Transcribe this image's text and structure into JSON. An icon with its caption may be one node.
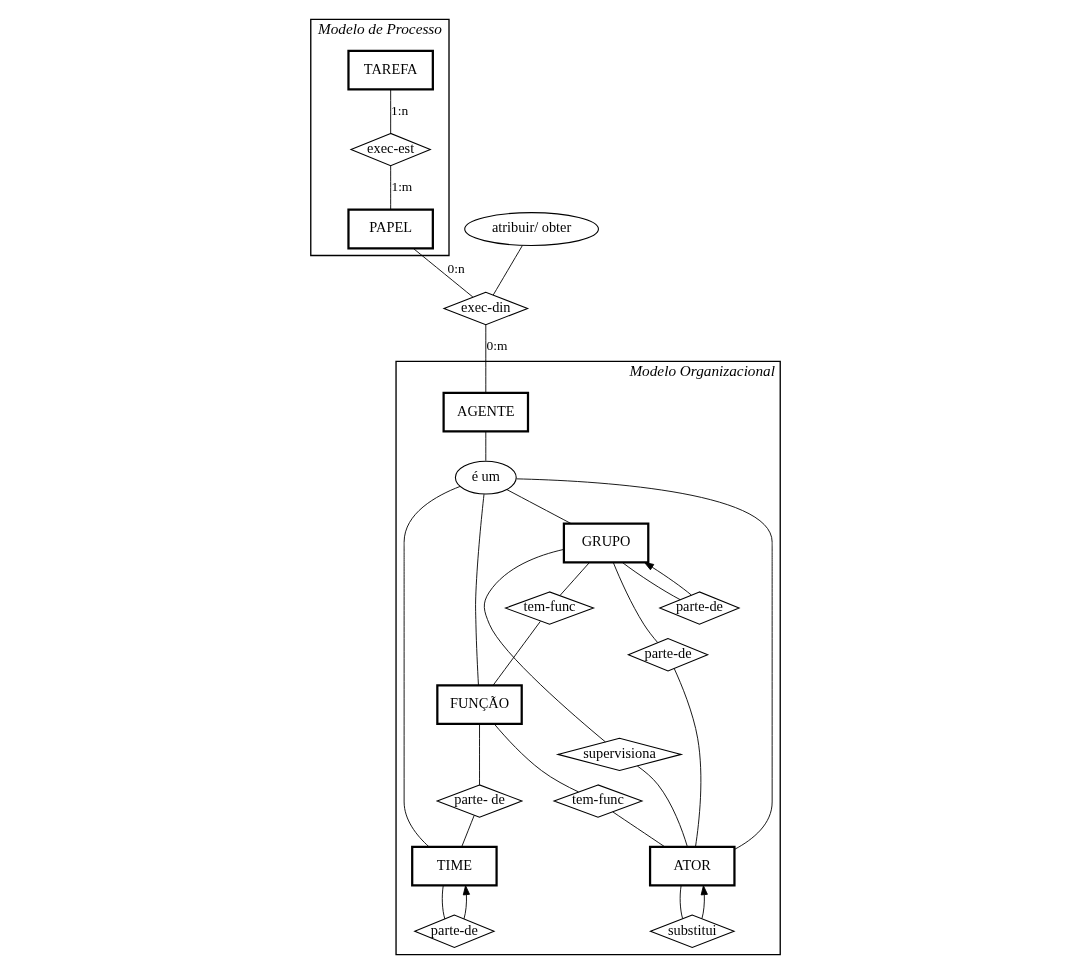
{
  "diagram": {
    "nodes": [
      {
        "text": [
          "Modelo de Processo"
        ]
      },
      {
        "text": [
          "TAREFA"
        ],
        "in": 0
      },
      {
        "text": [
          "exec-est"
        ],
        "in": 0
      },
      {
        "text": [
          "PAPEL"
        ],
        "in": 0
      },
      {
        "text": [
          "atribuir/ obter"
        ]
      },
      {
        "text": [
          "exec-din"
        ]
      },
      {
        "text": [
          "Modelo Organizacional"
        ]
      },
      {
        "text": [
          "AGENTE"
        ],
        "in": 6
      },
      {
        "text": [
          "é um"
        ],
        "in": 6
      },
      {
        "text": [
          "FUNÇÃO"
        ],
        "in": 6
      },
      {
        "text": [
          "tem-func"
        ],
        "in": 6
      },
      {
        "text": [
          "parte- de"
        ],
        "in": 6
      },
      {
        "text": [
          "TIME"
        ],
        "in": 6
      },
      {
        "text": [
          "tem-func"
        ],
        "in": 6
      },
      {
        "text": [
          "parte-de"
        ],
        "in": 6
      },
      {
        "text": [
          "GRUPO"
        ],
        "in": 6
      },
      {
        "text": [
          "parte-de"
        ],
        "in": 6
      },
      {
        "text": [
          "ATOR"
        ],
        "in": 6
      },
      {
        "text": [
          "supervisiona"
        ],
        "in": 6
      },
      {
        "text": [
          "parte-de"
        ],
        "in": 6
      },
      {
        "text": [
          "substitui"
        ],
        "in": 6
      }
    ],
    "edges": [
      {
        "from": 1,
        "to": 2,
        "arrow": "none",
        "label": "1:n"
      },
      {
        "from": 2,
        "to": 3,
        "arrow": "none",
        "label": "1:m"
      },
      {
        "from": 3,
        "to": 5,
        "arrow": "none",
        "label": "0:n"
      },
      {
        "from": 4,
        "to": 5,
        "arrow": "none"
      },
      {
        "from": 5,
        "to": 7,
        "arrow": "none",
        "label": "0:m"
      },
      {
        "from": 7,
        "to": 8,
        "arrow": "none"
      },
      {
        "from": 8,
        "to": 15,
        "arrow": "none"
      },
      {
        "from": 8,
        "to": 9,
        "arrow": "none"
      },
      {
        "from": 8,
        "to": 12,
        "arrow": "none"
      },
      {
        "from": 8,
        "to": 17,
        "arrow": "none"
      },
      {
        "from": 15,
        "to": 10,
        "arrow": "none"
      },
      {
        "from": 10,
        "to": 9,
        "arrow": "none"
      },
      {
        "from": 9,
        "to": 11,
        "arrow": "none"
      },
      {
        "from": 11,
        "to": 12,
        "arrow": "none"
      },
      {
        "from": 9,
        "to": 13,
        "arrow": "none"
      },
      {
        "from": 13,
        "to": 17,
        "arrow": "none"
      },
      {
        "from": 12,
        "to": 14,
        "arrow": "none"
      },
      {
        "from": 14,
        "to": 12,
        "arrow": "to"
      },
      {
        "from": 15,
        "to": 16,
        "arrow": "none"
      },
      {
        "from": 16,
        "to": 17,
        "arrow": "none"
      },
      {
        "from": 15,
        "to": 18,
        "arrow": "none"
      },
      {
        "from": 18,
        "to": 17,
        "arrow": "none"
      },
      {
        "from": 15,
        "to": 19,
        "arrow": "none"
      },
      {
        "from": 19,
        "to": 15,
        "arrow": "to"
      },
      {
        "from": 17,
        "to": 20,
        "arrow": "none"
      },
      {
        "from": 20,
        "to": 17,
        "arrow": "to"
      }
    ]
  }
}
